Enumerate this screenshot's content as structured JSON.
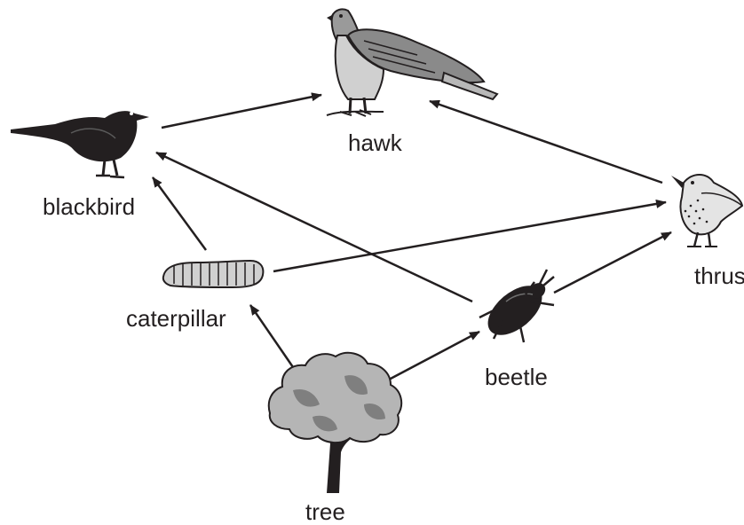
{
  "organisms": {
    "hawk": {
      "label": "hawk",
      "icon": "hawk-icon"
    },
    "blackbird": {
      "label": "blackbird",
      "icon": "blackbird-icon"
    },
    "caterpillar": {
      "label": "caterpillar",
      "icon": "caterpillar-icon"
    },
    "beetle": {
      "label": "beetle",
      "icon": "beetle-icon"
    },
    "thrush": {
      "label": "thrush",
      "icon": "thrush-icon"
    },
    "tree": {
      "label": "tree",
      "icon": "tree-icon"
    }
  },
  "links": [
    {
      "from": "tree",
      "to": "caterpillar"
    },
    {
      "from": "tree",
      "to": "beetle"
    },
    {
      "from": "caterpillar",
      "to": "blackbird"
    },
    {
      "from": "caterpillar",
      "to": "thrush"
    },
    {
      "from": "beetle",
      "to": "blackbird"
    },
    {
      "from": "beetle",
      "to": "thrush"
    },
    {
      "from": "blackbird",
      "to": "hawk"
    },
    {
      "from": "thrush",
      "to": "hawk"
    }
  ],
  "colors": {
    "ink": "#231f20",
    "grey_light": "#c8c8c8",
    "grey_mid": "#9a9a9a",
    "grey_dark": "#6f6f6f"
  }
}
